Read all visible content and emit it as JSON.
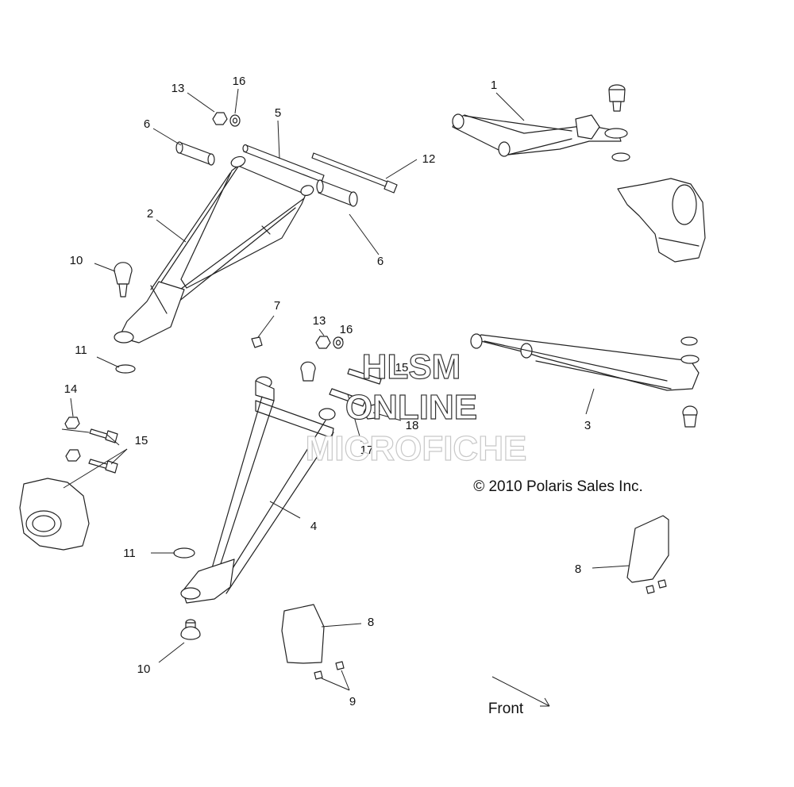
{
  "diagram": {
    "callouts": [
      {
        "id": "c13a",
        "label": "13"
      },
      {
        "id": "c16a",
        "label": "16"
      },
      {
        "id": "c5",
        "label": "5"
      },
      {
        "id": "c6a",
        "label": "6"
      },
      {
        "id": "c12",
        "label": "12"
      },
      {
        "id": "c2",
        "label": "2"
      },
      {
        "id": "c6b",
        "label": "6"
      },
      {
        "id": "c10a",
        "label": "10"
      },
      {
        "id": "c1",
        "label": "1"
      },
      {
        "id": "c7",
        "label": "7"
      },
      {
        "id": "c13b",
        "label": "13"
      },
      {
        "id": "c16b",
        "label": "16"
      },
      {
        "id": "c11a",
        "label": "11"
      },
      {
        "id": "c14",
        "label": "14"
      },
      {
        "id": "c15",
        "label": "15"
      },
      {
        "id": "c18",
        "label": "18"
      },
      {
        "id": "c17",
        "label": "17"
      },
      {
        "id": "c3",
        "label": "3"
      },
      {
        "id": "c4",
        "label": "4"
      },
      {
        "id": "c11b",
        "label": "11"
      },
      {
        "id": "c8a",
        "label": "8"
      },
      {
        "id": "c8b",
        "label": "8"
      },
      {
        "id": "c10b",
        "label": "10"
      },
      {
        "id": "c9",
        "label": "9"
      },
      {
        "id": "c15b",
        "label": "15"
      }
    ],
    "copyright": "© 2010 Polaris Sales Inc.",
    "direction_label": "Front",
    "watermark": [
      "HLSM",
      "ONLINE",
      "MICROFICHE"
    ]
  }
}
